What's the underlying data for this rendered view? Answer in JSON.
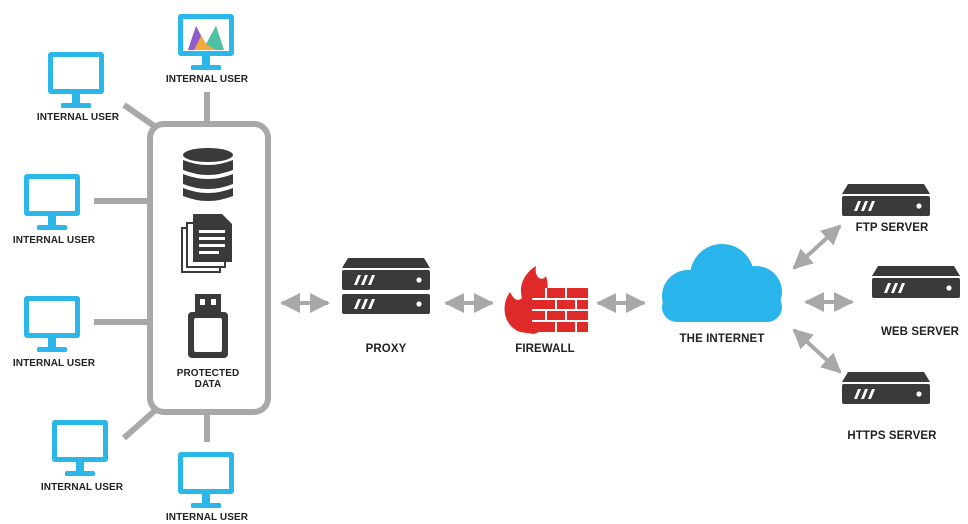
{
  "colors": {
    "monitor": "#2bb7ea",
    "line": "#a8a8a8",
    "dark": "#3a3a3a",
    "firewall": "#e02a2a",
    "cloud": "#29b5ec"
  },
  "users": [
    {
      "label": "INTERNAL USER",
      "icon": "monitor-icon"
    },
    {
      "label": "INTERNAL USER",
      "icon": "monitor-icon"
    },
    {
      "label": "INTERNAL USER",
      "icon": "monitor-icon"
    },
    {
      "label": "INTERNAL USER",
      "icon": "monitor-icon"
    },
    {
      "label": "INTERNAL USER",
      "icon": "monitor-icon"
    },
    {
      "label": "INTERNAL USER",
      "icon": "monitor-icon"
    }
  ],
  "protected": {
    "label_line1": "PROTECTED",
    "label_line2": "DATA",
    "icons": [
      "database-icon",
      "documents-icon",
      "usb-drive-icon"
    ]
  },
  "proxy": {
    "label": "PROXY",
    "icon": "server-icon"
  },
  "firewall": {
    "label": "FIREWALL",
    "icon": "firewall-icon"
  },
  "internet": {
    "label": "THE INTERNET",
    "icon": "cloud-icon"
  },
  "servers": [
    {
      "label": "FTP SERVER",
      "icon": "server-icon"
    },
    {
      "label": "WEB SERVER",
      "icon": "server-icon"
    },
    {
      "label": "HTTPS SERVER",
      "icon": "server-icon"
    }
  ]
}
